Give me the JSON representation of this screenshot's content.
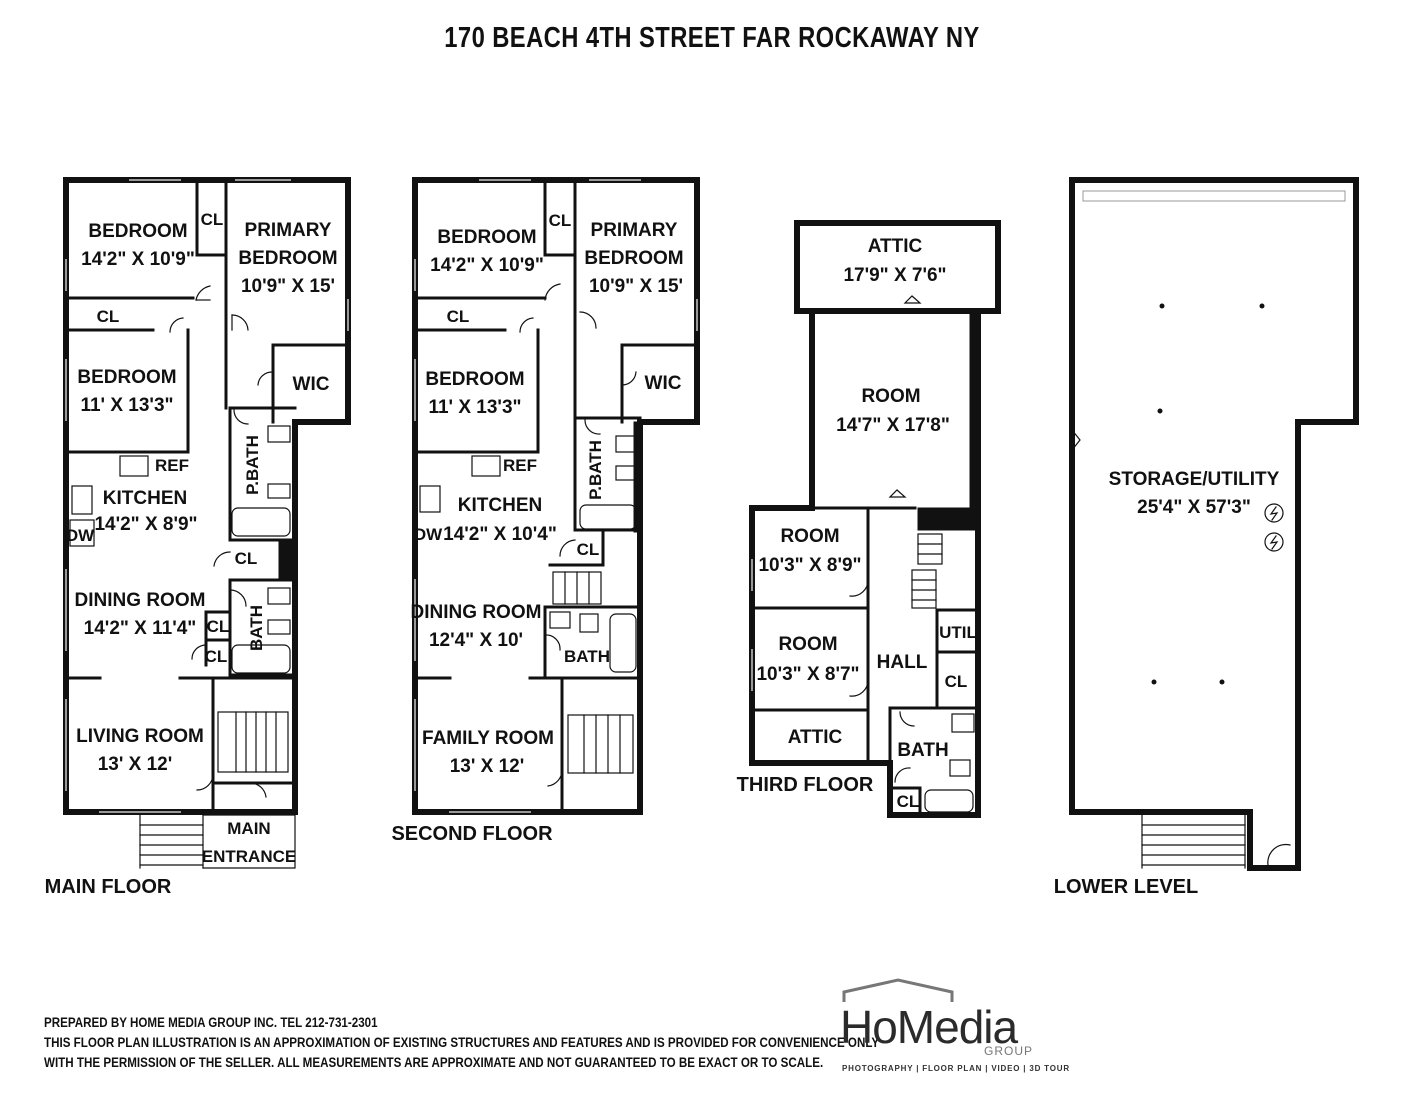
{
  "title": "170 BEACH 4TH STREET FAR ROCKAWAY NY",
  "floors": {
    "main": {
      "label": "MAIN FLOOR",
      "rooms": {
        "bedroom1": [
          "BEDROOM",
          "14'2\" X 10'9\""
        ],
        "cl1": [
          "CL"
        ],
        "primary": [
          "PRIMARY",
          "BEDROOM",
          "10'9\" X 15'"
        ],
        "cl2": [
          "CL"
        ],
        "bedroom2": [
          "BEDROOM",
          "11' X 13'3\""
        ],
        "wic": [
          "WIC"
        ],
        "pbath": [
          "P.BATH"
        ],
        "kitchen": [
          "KITCHEN",
          "14'2\" X 8'9\""
        ],
        "ref": [
          "REF"
        ],
        "dw": [
          "DW"
        ],
        "cl3": [
          "CL"
        ],
        "dining": [
          "DINING ROOM",
          "14'2\" X 11'4\""
        ],
        "cl4": [
          "CL"
        ],
        "cl5": [
          "CL"
        ],
        "bath": [
          "BATH"
        ],
        "living": [
          "LIVING ROOM",
          "13' X 12'"
        ],
        "entrance": [
          "MAIN",
          "ENTRANCE"
        ]
      }
    },
    "second": {
      "label": "SECOND FLOOR",
      "rooms": {
        "bedroom1": [
          "BEDROOM",
          "14'2\" X 10'9\""
        ],
        "cl1": [
          "CL"
        ],
        "primary": [
          "PRIMARY",
          "BEDROOM",
          "10'9\" X 15'"
        ],
        "cl2": [
          "CL"
        ],
        "bedroom2": [
          "BEDROOM",
          "11' X 13'3\""
        ],
        "wic": [
          "WIC"
        ],
        "pbath": [
          "P.BATH"
        ],
        "kitchen": [
          "KITCHEN",
          "14'2\" X 10'4\""
        ],
        "ref": [
          "REF"
        ],
        "dw": [
          "DW"
        ],
        "cl3": [
          "CL"
        ],
        "dining": [
          "DINING ROOM",
          "12'4\" X 10'"
        ],
        "bath": [
          "BATH"
        ],
        "family": [
          "FAMILY ROOM",
          "13' X 12'"
        ]
      }
    },
    "third": {
      "label": "THIRD FLOOR",
      "rooms": {
        "attic_top": [
          "ATTIC",
          "17'9\" X 7'6\""
        ],
        "room_big": [
          "ROOM",
          "14'7\" X 17'8\""
        ],
        "room1": [
          "ROOM",
          "10'3\" X 8'9\""
        ],
        "room2": [
          "ROOM",
          "10'3\" X 8'7\""
        ],
        "hall": [
          "HALL"
        ],
        "util": [
          "UTIL"
        ],
        "cl1": [
          "CL"
        ],
        "attic_bottom": [
          "ATTIC"
        ],
        "bath": [
          "BATH"
        ],
        "cl2": [
          "CL"
        ]
      }
    },
    "lower": {
      "label": "LOWER LEVEL",
      "rooms": {
        "storage": [
          "STORAGE/UTILITY",
          "25'4\" X 57'3\""
        ]
      }
    }
  },
  "footer": {
    "line1": "PREPARED BY  HOME MEDIA GROUP INC.  TEL 212-731-2301",
    "line2": "THIS FLOOR PLAN ILLUSTRATION IS AN APPROXIMATION OF EXISTING STRUCTURES AND FEATURES AND IS PROVIDED FOR CONVENIENCE ONLY",
    "line3": "WITH THE PERMISSION OF THE SELLER. ALL MEASUREMENTS ARE APPROXIMATE AND NOT GUARANTEED TO BE EXACT OR TO SCALE."
  },
  "logo": {
    "word": "HoMedia",
    "group": "GROUP",
    "tagline": "PHOTOGRAPHY | FLOOR PLAN | VIDEO | 3D TOUR"
  }
}
